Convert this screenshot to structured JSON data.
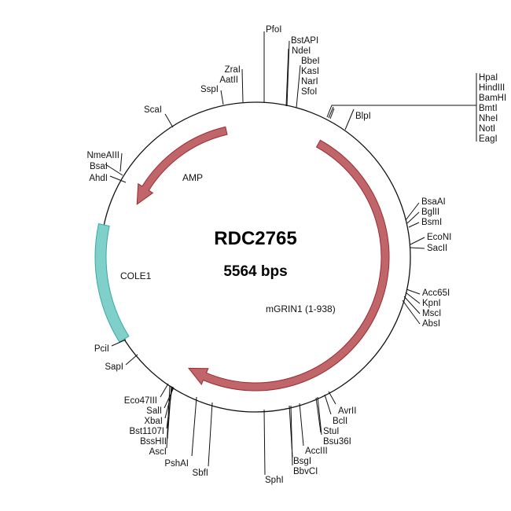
{
  "plasmid": {
    "name": "RDC2765",
    "size_label": "5564 bps"
  },
  "features": [
    {
      "name": "AMP",
      "color": "#c0666a"
    },
    {
      "name": "mGRIN1 (1-938)",
      "color": "#c0666a"
    },
    {
      "name": "COLE1",
      "color": "#7fcfcb"
    }
  ],
  "sites": [
    "SspI",
    "ZraI",
    "AatII",
    "PfoI",
    "BstAPI",
    "NdeI",
    "BbeI",
    "KasI",
    "NarI",
    "SfoI",
    "HpaI",
    "HindIII",
    "BamHI",
    "BmtI",
    "NheI",
    "NotI",
    "EagI",
    "BlpI",
    "BsaAI",
    "BglII",
    "BsmI",
    "EcoNI",
    "SacII",
    "Acc65I",
    "KpnI",
    "MscI",
    "AbsI",
    "AvrII",
    "BclI",
    "StuI",
    "Bsu36I",
    "AccIII",
    "BsgI",
    "BbvCI",
    "SphI",
    "SbfI",
    "PshAI",
    "AscI",
    "BssHII",
    "Bst1107I",
    "XbaI",
    "SalI",
    "Eco47III",
    "SapI",
    "PciI",
    "AhdI",
    "BsaI",
    "NmeAIII",
    "ScaI"
  ]
}
